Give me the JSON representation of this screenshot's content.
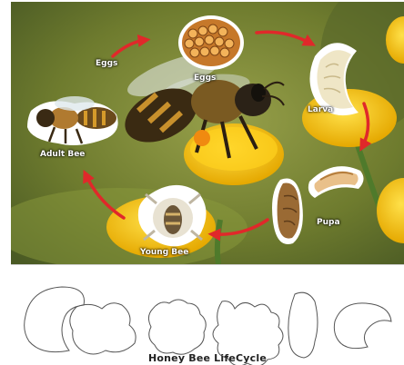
{
  "labels": {
    "eggs_left": "Eggs",
    "eggs_top": "Eggs",
    "larva": "Larva",
    "pupa": "Pupa",
    "young_bee": "Young Bee",
    "adult_bee": "Adult Bee"
  },
  "worksheet": {
    "title": "Honey Bee LifeCycle"
  },
  "colors": {
    "arrow": "#e0282a",
    "flower": "#f5c200",
    "background_green": "#6f7d2f"
  }
}
